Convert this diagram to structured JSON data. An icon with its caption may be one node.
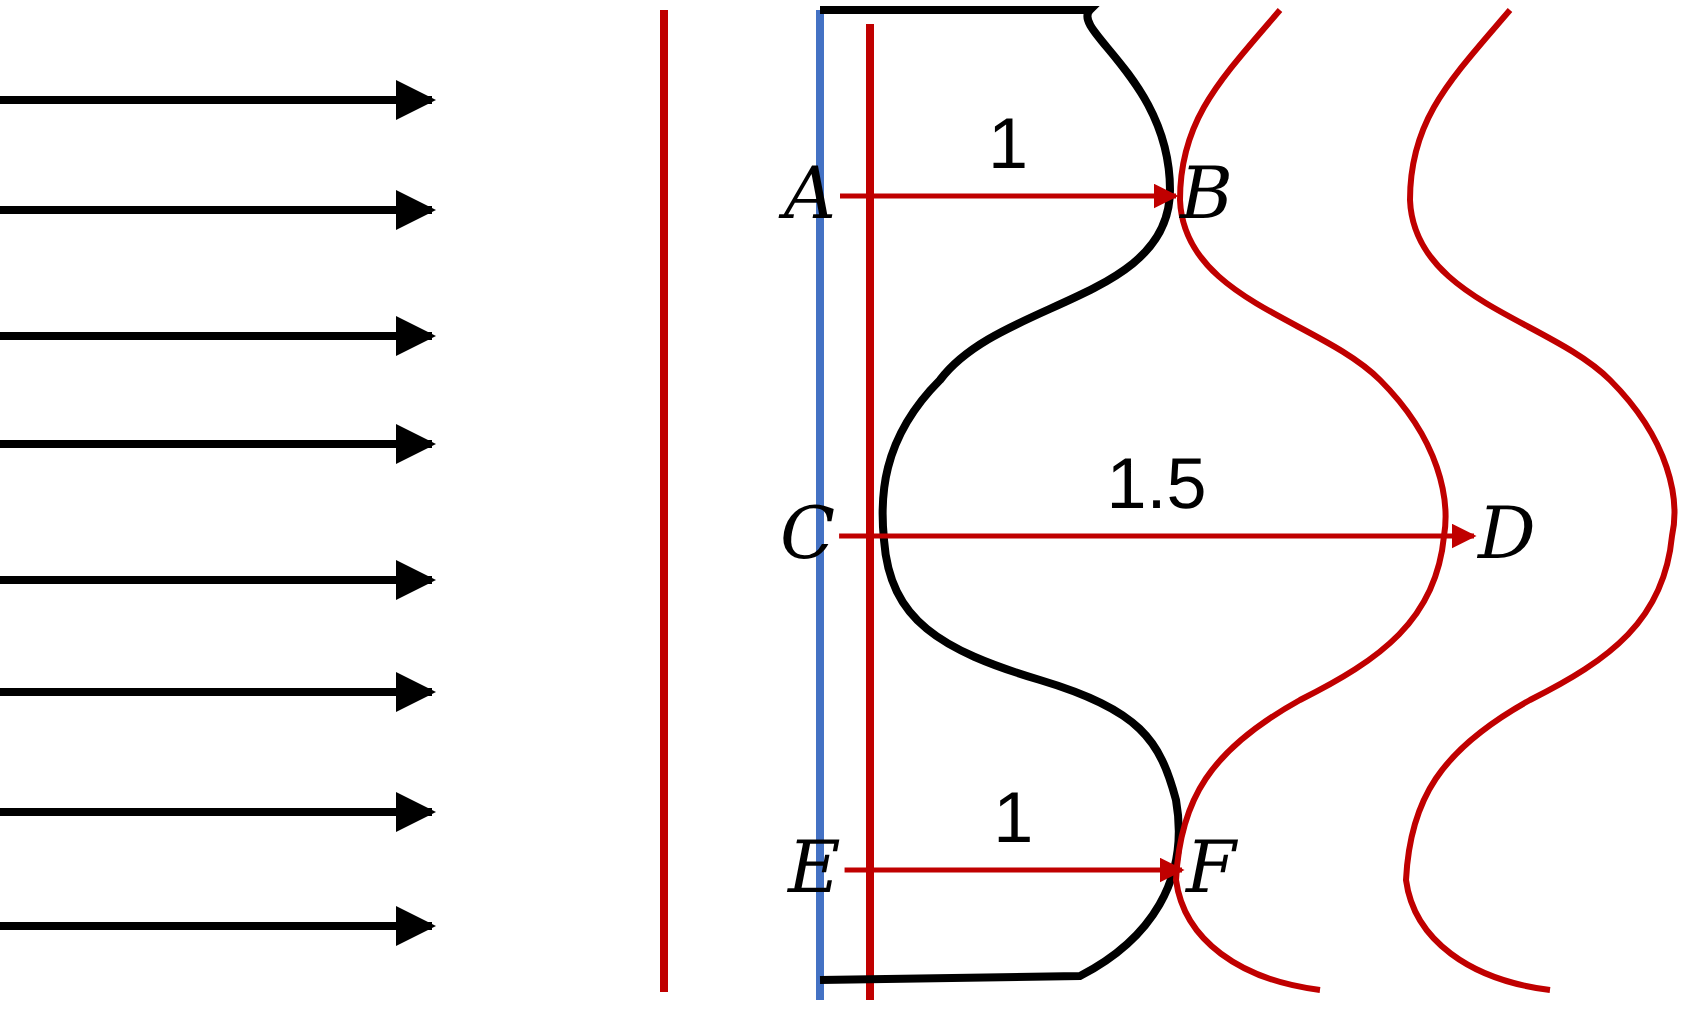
{
  "diagram": {
    "nodes": [
      {
        "text": [
          "A"
        ]
      },
      {
        "text": [
          "B"
        ]
      },
      {
        "text": [
          "C"
        ]
      },
      {
        "text": [
          "D"
        ]
      },
      {
        "text": [
          "E"
        ]
      },
      {
        "text": [
          "F"
        ]
      }
    ],
    "edges": [
      {
        "from": 0,
        "to": 1,
        "arrow": "to",
        "label": "1",
        "color": "#c00000"
      },
      {
        "from": 2,
        "to": 3,
        "arrow": "to",
        "label": "1.5",
        "color": "#c00000"
      },
      {
        "from": 4,
        "to": 5,
        "arrow": "to",
        "label": "1",
        "color": "#c00000"
      }
    ]
  }
}
